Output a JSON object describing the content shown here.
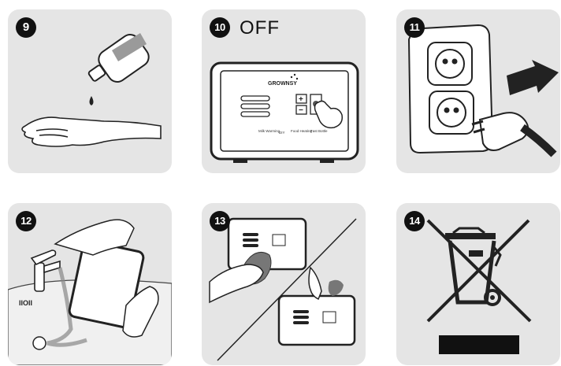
{
  "steps": [
    {
      "number": "9"
    },
    {
      "number": "10",
      "caption": "OFF"
    },
    {
      "number": "11"
    },
    {
      "number": "12"
    },
    {
      "number": "13"
    },
    {
      "number": "14"
    }
  ],
  "device": {
    "brand": "GROWNSY",
    "labels": {
      "milk_warming": "Milk Warming",
      "diy": "DIY",
      "food_heating": "Food Heating",
      "fast_bottle": "Fast Bottle"
    },
    "plus_symbol": "+",
    "minus_symbol": "−"
  },
  "faucet_mark": "IIOII"
}
